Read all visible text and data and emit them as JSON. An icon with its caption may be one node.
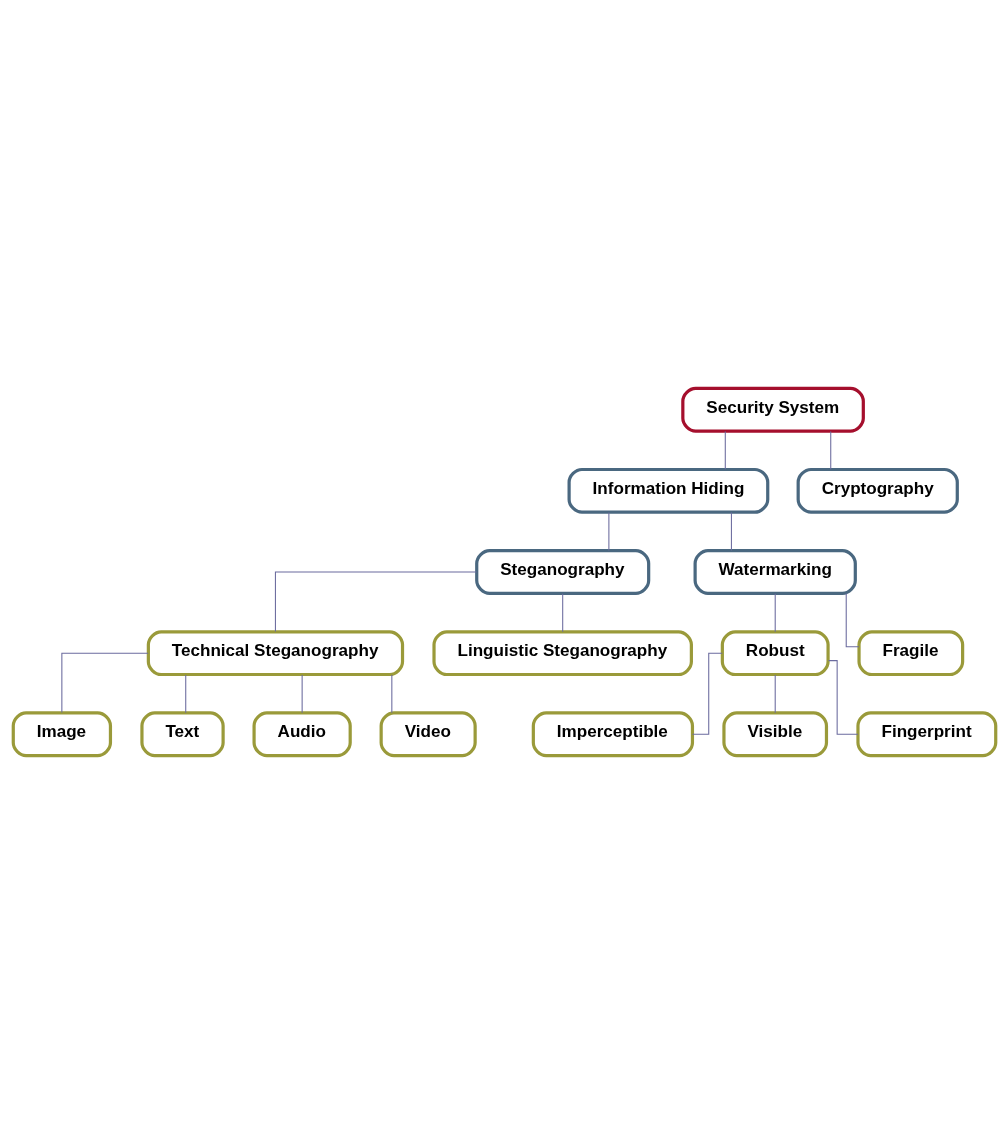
{
  "diagram": {
    "nodes": [
      {
        "text": [
          "Security System"
        ]
      },
      {
        "text": [
          "Information Hiding"
        ]
      },
      {
        "text": [
          "Cryptography"
        ]
      },
      {
        "text": [
          "Steganography"
        ]
      },
      {
        "text": [
          "Technical Steganography"
        ]
      },
      {
        "text": [
          "Linguistic Steganography"
        ]
      },
      {
        "text": [
          "Image"
        ]
      },
      {
        "text": [
          "Text"
        ]
      },
      {
        "text": [
          "Audio"
        ]
      },
      {
        "text": [
          "Video"
        ]
      },
      {
        "text": [
          "Watermarking"
        ]
      },
      {
        "text": [
          "Robust"
        ]
      },
      {
        "text": [
          "Fragile"
        ]
      },
      {
        "text": [
          "Imperceptible"
        ]
      },
      {
        "text": [
          "Visible"
        ]
      },
      {
        "text": [
          "Fingerprint"
        ]
      }
    ],
    "edges": [
      {
        "from": 0,
        "to": 1,
        "arrow": "none"
      },
      {
        "from": 0,
        "to": 2,
        "arrow": "none"
      },
      {
        "from": 1,
        "to": 3,
        "arrow": "none"
      },
      {
        "from": 1,
        "to": 10,
        "arrow": "none"
      },
      {
        "from": 3,
        "to": 4,
        "arrow": "none"
      },
      {
        "from": 3,
        "to": 5,
        "arrow": "none"
      },
      {
        "from": 4,
        "to": 6,
        "arrow": "none"
      },
      {
        "from": 4,
        "to": 7,
        "arrow": "none"
      },
      {
        "from": 4,
        "to": 8,
        "arrow": "none"
      },
      {
        "from": 4,
        "to": 9,
        "arrow": "none"
      },
      {
        "from": 10,
        "to": 11,
        "arrow": "none"
      },
      {
        "from": 10,
        "to": 12,
        "arrow": "none"
      },
      {
        "from": 11,
        "to": 13,
        "arrow": "none"
      },
      {
        "from": 11,
        "to": 14,
        "arrow": "none"
      },
      {
        "from": 11,
        "to": 15,
        "arrow": "none"
      }
    ]
  }
}
